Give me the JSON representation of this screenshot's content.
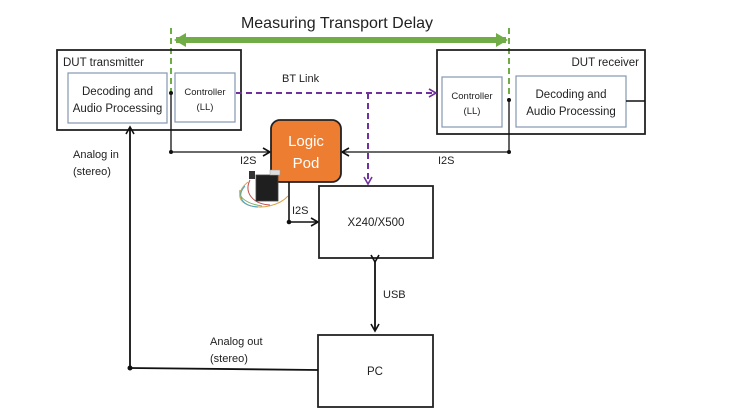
{
  "title": "Measuring Transport Delay",
  "colors": {
    "measure_arrow": "#70ad47",
    "bt_link": "#7030a0",
    "logic_pod_fill": "#ed7d31",
    "inner_box_border": "#8497b0",
    "line": "#111111"
  },
  "dut_transmitter": {
    "label": "DUT transmitter",
    "decoding": [
      "Decoding and",
      "Audio Processing"
    ],
    "controller": [
      "Controller",
      "(LL)"
    ]
  },
  "dut_receiver": {
    "label": "DUT receiver",
    "decoding": [
      "Decoding and",
      "Audio Processing"
    ],
    "controller": [
      "Controller",
      "(LL)"
    ]
  },
  "bt_link_label": "BT Link",
  "logic_pod": [
    "Logic",
    "Pod"
  ],
  "i2s_labels": [
    "I2S",
    "I2S",
    "I2S"
  ],
  "analyzer": "X240/X500",
  "usb_label": "USB",
  "pc": "PC",
  "analog_in": [
    "Analog in",
    "(stereo)"
  ],
  "analog_out": [
    "Analog out",
    "(stereo)"
  ]
}
